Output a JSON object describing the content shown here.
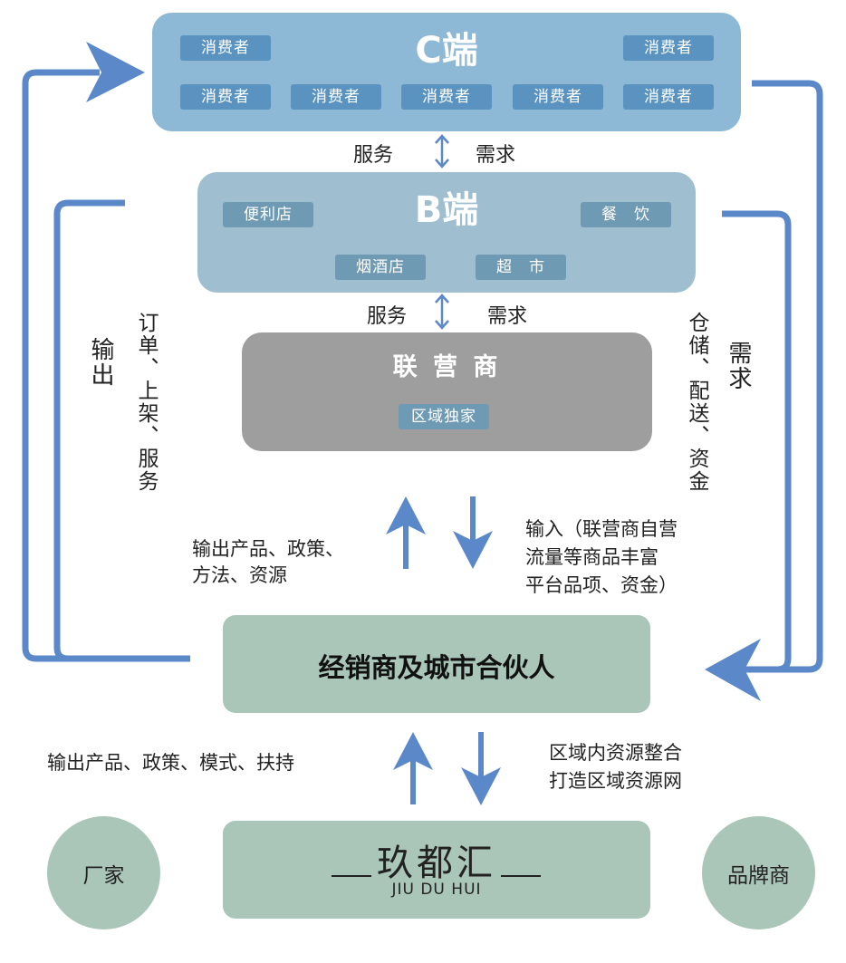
{
  "colors": {
    "c_box": "#8db8d6",
    "b_box": "#9fbfd0",
    "agent_box": "#9e9e9e",
    "dealer_box": "#a9c6b8",
    "arrow": "#5a88c8"
  },
  "c_end": {
    "title": "C端",
    "consumers": [
      "消费者",
      "消费者",
      "消费者",
      "消费者",
      "消费者",
      "消费者",
      "消费者"
    ]
  },
  "c_b_link": {
    "left": "服务",
    "right": "需求"
  },
  "b_end": {
    "title": "B端",
    "tags": [
      "便利店",
      "餐　饮",
      "烟酒店",
      "超　市"
    ]
  },
  "b_agent_link": {
    "left": "服务",
    "right": "需求"
  },
  "agent": {
    "title": "联 营 商",
    "tag": "区域独家"
  },
  "left_outer": "输出",
  "left_inner": "订单、上架、服务",
  "right_inner": "仓储、配送、资金",
  "right_outer": "需求",
  "middle_left": [
    "输出产品、政策、",
    "方法、资源"
  ],
  "middle_right": [
    "输入（联营商自营",
    "流量等商品丰富",
    "平台品项、资金）"
  ],
  "dealer": {
    "title": "经销商及城市合伙人"
  },
  "bottom_left": "输出产品、政策、模式、扶持",
  "bottom_right": [
    "区域内资源整合",
    "打造区域资源网"
  ],
  "platform": {
    "name": "玖都汇",
    "pinyin": "JIU DU HUI"
  },
  "left_circle": "厂家",
  "right_circle": "品牌商"
}
